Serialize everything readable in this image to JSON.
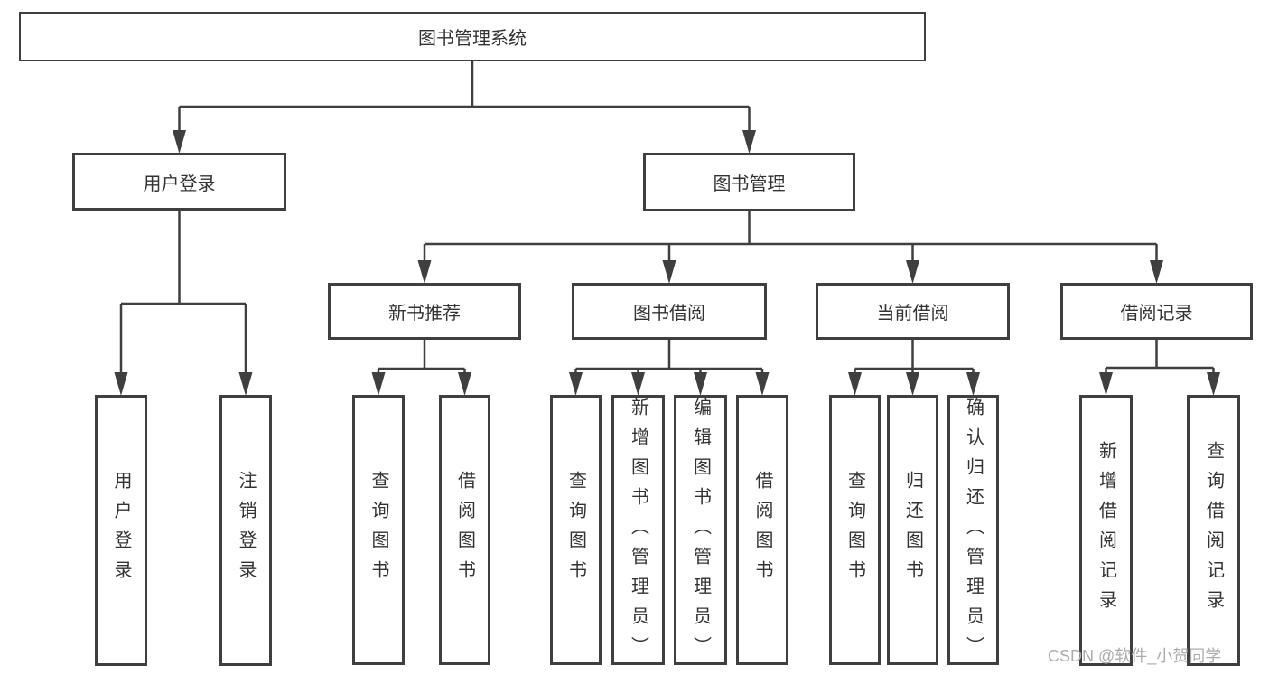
{
  "diagram": {
    "title": "图书管理系统",
    "colors": {
      "line": "#3f3f3f",
      "text": "#333333",
      "box_background": "#ffffff"
    },
    "nodes": [
      {
        "id": "root",
        "parent": null,
        "label": "图书管理系统",
        "orientation": "horizontal"
      },
      {
        "id": "user-login",
        "parent": "root",
        "label": "用户登录",
        "orientation": "horizontal"
      },
      {
        "id": "book-mgmt",
        "parent": "root",
        "label": "图书管理",
        "orientation": "horizontal"
      },
      {
        "id": "new-book-rec",
        "parent": "book-mgmt",
        "label": "新书推荐",
        "orientation": "horizontal"
      },
      {
        "id": "book-borrow",
        "parent": "book-mgmt",
        "label": "图书借阅",
        "orientation": "horizontal"
      },
      {
        "id": "current-borrow",
        "parent": "book-mgmt",
        "label": "当前借阅",
        "orientation": "horizontal"
      },
      {
        "id": "borrow-records",
        "parent": "book-mgmt",
        "label": "借阅记录",
        "orientation": "horizontal"
      },
      {
        "id": "login-action",
        "parent": "user-login",
        "label": "用户登录",
        "orientation": "vertical"
      },
      {
        "id": "logout-action",
        "parent": "user-login",
        "label": "注销登录",
        "orientation": "vertical"
      },
      {
        "id": "query-book-rec",
        "parent": "new-book-rec",
        "label": "查询图书",
        "orientation": "vertical"
      },
      {
        "id": "borrow-book-rec",
        "parent": "new-book-rec",
        "label": "借阅图书",
        "orientation": "vertical"
      },
      {
        "id": "query-book-borrow",
        "parent": "book-borrow",
        "label": "查询图书",
        "orientation": "vertical"
      },
      {
        "id": "add-book",
        "parent": "book-borrow",
        "label": "新增图书（管理员）",
        "orientation": "vertical"
      },
      {
        "id": "edit-book",
        "parent": "book-borrow",
        "label": "编辑图书（管理员）",
        "orientation": "vertical"
      },
      {
        "id": "borrow-book",
        "parent": "book-borrow",
        "label": "借阅图书",
        "orientation": "vertical"
      },
      {
        "id": "query-book-current",
        "parent": "current-borrow",
        "label": "查询图书",
        "orientation": "vertical"
      },
      {
        "id": "return-book",
        "parent": "current-borrow",
        "label": "归还图书",
        "orientation": "vertical"
      },
      {
        "id": "confirm-return",
        "parent": "current-borrow",
        "label": "确认归还（管理员）",
        "orientation": "vertical"
      },
      {
        "id": "add-borrow-record",
        "parent": "borrow-records",
        "label": "新增借阅记录",
        "orientation": "vertical"
      },
      {
        "id": "query-borrow-record",
        "parent": "borrow-records",
        "label": "查询借阅记录",
        "orientation": "vertical"
      }
    ]
  },
  "watermark": {
    "text": "CSDN @软件_小贺同学",
    "color": "#acacac"
  }
}
